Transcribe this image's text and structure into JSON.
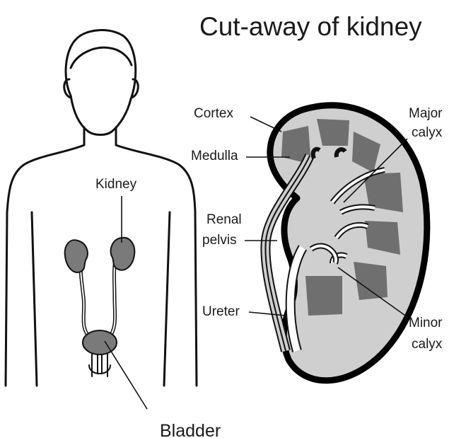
{
  "title": "Cut-away of kidney",
  "labels": {
    "kidney": "Kidney",
    "bladder": "Bladder",
    "cortex": "Cortex",
    "medulla": "Medulla",
    "renal_line1": "Renal",
    "renal_line2": "pelvis",
    "ureter": "Ureter",
    "major_line1": "Major",
    "major_line2": "calyx",
    "minor_line1": "Minor",
    "minor_line2": "calyx"
  }
}
